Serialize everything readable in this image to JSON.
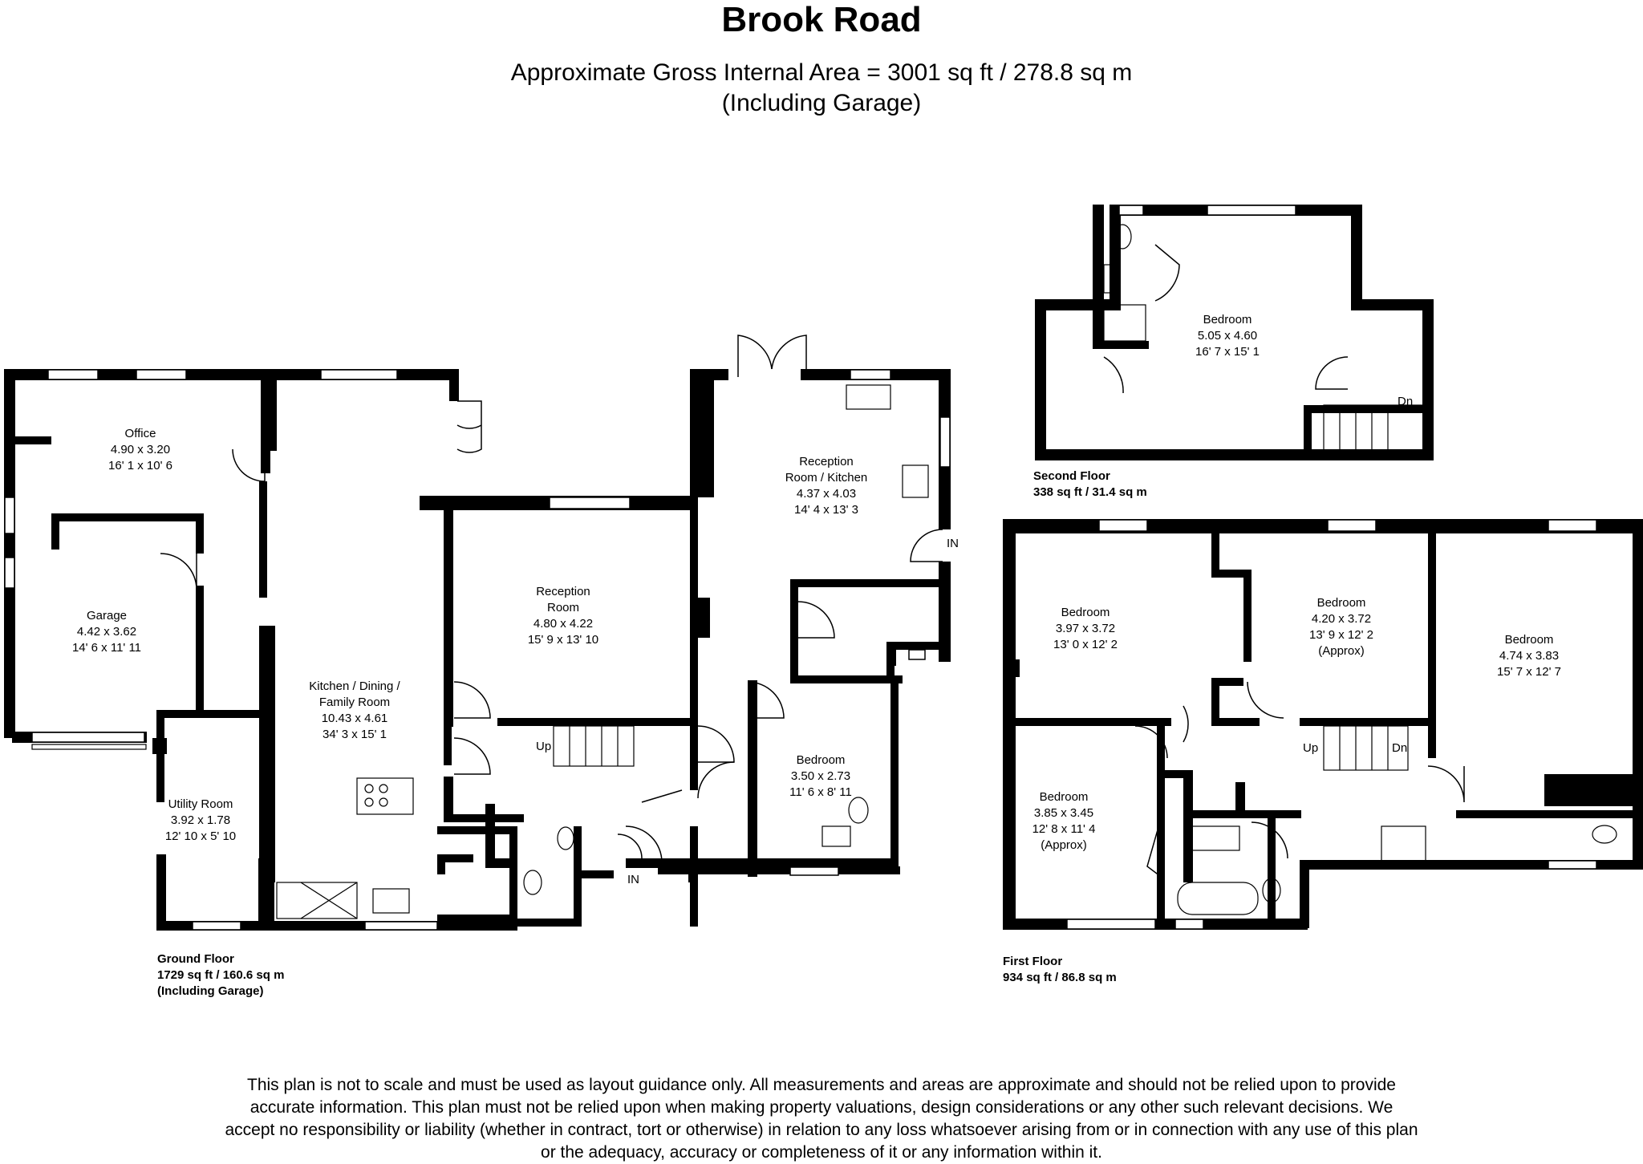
{
  "plan": {
    "title": "Brook Road",
    "subtitle_line1": "Approximate Gross Internal Area = 3001 sq ft / 278.8 sq m",
    "subtitle_line2": "(Including Garage)"
  },
  "floors": {
    "ground": {
      "name": "Ground Floor",
      "area": "1729 sq ft / 160.6 sq m",
      "note": "(Including Garage)",
      "rooms": {
        "office": {
          "name": "Office",
          "metric": "4.90 x 3.20",
          "imperial": "16' 1 x 10' 6"
        },
        "garage": {
          "name": "Garage",
          "metric": "4.42 x 3.62",
          "imperial": "14' 6 x 11' 11"
        },
        "kitchen_dining": {
          "name_line1": "Kitchen / Dining /",
          "name_line2": "Family Room",
          "metric": "10.43 x 4.61",
          "imperial": "34' 3 x 15' 1"
        },
        "utility": {
          "name": "Utility Room",
          "metric": "3.92 x 1.78",
          "imperial": "12' 10 x 5' 10"
        },
        "reception": {
          "name_line1": "Reception",
          "name_line2": "Room",
          "metric": "4.80 x 4.22",
          "imperial": "15' 9 x 13' 10"
        },
        "reception_kitchen": {
          "name_line1": "Reception",
          "name_line2": "Room / Kitchen",
          "metric": "4.37 x 4.03",
          "imperial": "14' 4 x 13' 3"
        },
        "bedroom": {
          "name": "Bedroom",
          "metric": "3.50 x 2.73",
          "imperial": "11' 6 x 8' 11"
        }
      },
      "marks": {
        "up": "Up",
        "entrance_main": "IN",
        "entrance_side": "IN"
      }
    },
    "first": {
      "name": "First Floor",
      "area": "934 sq ft / 86.8 sq m",
      "rooms": {
        "bed1": {
          "name": "Bedroom",
          "metric": "3.97 x 3.72",
          "imperial": "13' 0 x 12' 2"
        },
        "bed2": {
          "name": "Bedroom",
          "metric": "4.20 x 3.72",
          "imperial": "13' 9 x 12' 2",
          "note": "(Approx)"
        },
        "bed3": {
          "name": "Bedroom",
          "metric": "4.74 x 3.83",
          "imperial": "15' 7 x 12' 7"
        },
        "bed4": {
          "name": "Bedroom",
          "metric": "3.85 x 3.45",
          "imperial": "12' 8 x 11' 4",
          "note": "(Approx)"
        }
      },
      "marks": {
        "up": "Up",
        "down": "Dn"
      }
    },
    "second": {
      "name": "Second Floor",
      "area": "338 sq ft / 31.4 sq m",
      "rooms": {
        "bed": {
          "name": "Bedroom",
          "metric": "5.05 x 4.60",
          "imperial": "16' 7 x 15' 1"
        }
      },
      "marks": {
        "down": "Dn"
      }
    }
  },
  "disclaimer": "This plan is not to scale and must be used as layout guidance only. All measurements and areas are approximate and should not be relied upon to provide accurate information. This plan must not be relied upon when making property valuations, design considerations or any other such relevant decisions. We accept no responsibility or liability (whether in contract, tort or otherwise) in relation to any loss whatsoever arising from or in connection with any use of this plan or the adequacy, accuracy or completeness of it or any information within it.",
  "colors": {
    "wall": "#000000",
    "background": "#ffffff"
  }
}
